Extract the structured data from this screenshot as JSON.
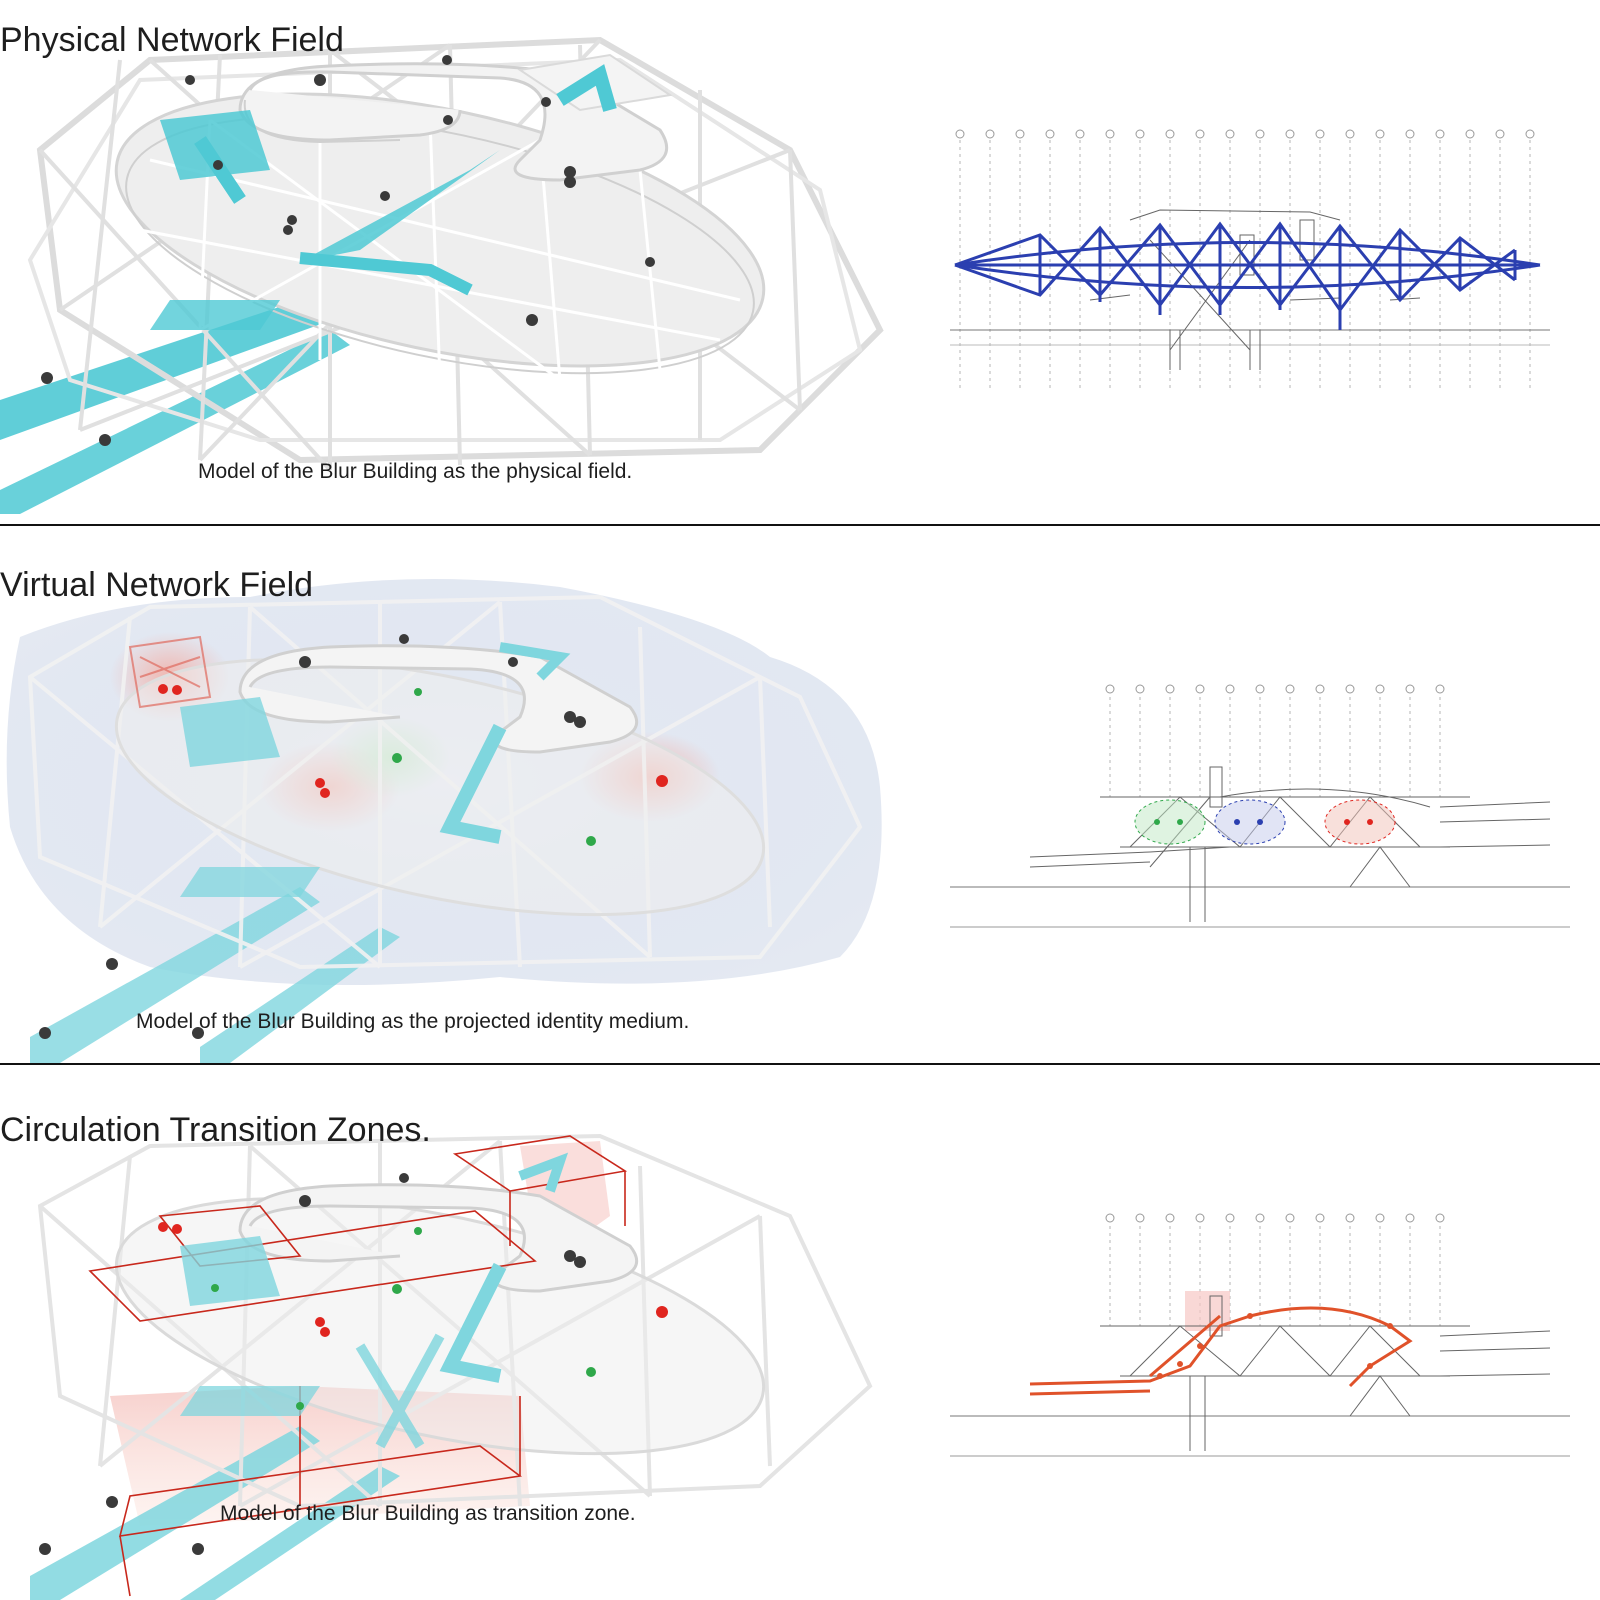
{
  "panels": [
    {
      "title": "Physical Network Field",
      "caption": "Model of the Blur Building as the physical field."
    },
    {
      "title": "Virtual Network Field",
      "caption": "Model of the Blur Building as the projected identity medium."
    },
    {
      "title": "Circulation Transition Zones.",
      "caption": "Model of the Blur Building as transition zone."
    }
  ],
  "colors": {
    "structure": "#e2e2e2",
    "platform": "#efefef",
    "circulation": "#4fc9d4",
    "node_dark": "#3a3a3a",
    "node_red": "#e0251f",
    "node_green": "#2fa84a",
    "section_blue": "#2b3fb0",
    "zone_red": "#c8281c",
    "mist": "#c9d3e6"
  }
}
